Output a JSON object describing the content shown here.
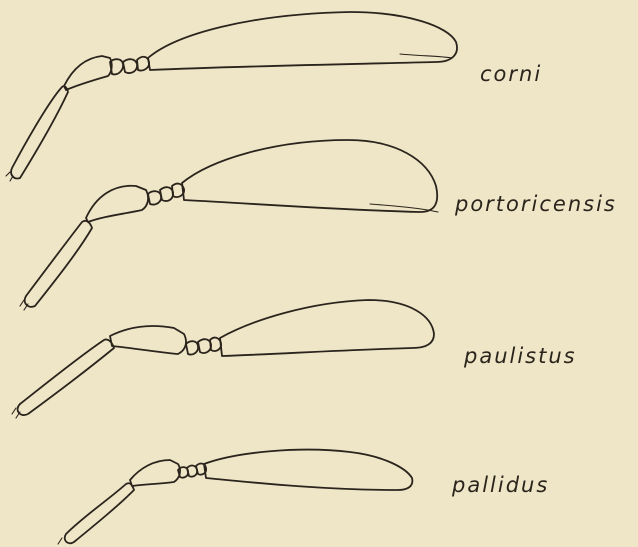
{
  "figure": {
    "background": "#efe6c8",
    "ink": "#2a241c",
    "specimens": [
      {
        "id": "corni",
        "label": "corni"
      },
      {
        "id": "portoricensis",
        "label": "portoricensis"
      },
      {
        "id": "paulistus",
        "label": "paulistus"
      },
      {
        "id": "pallidus",
        "label": "pallidus"
      }
    ]
  }
}
